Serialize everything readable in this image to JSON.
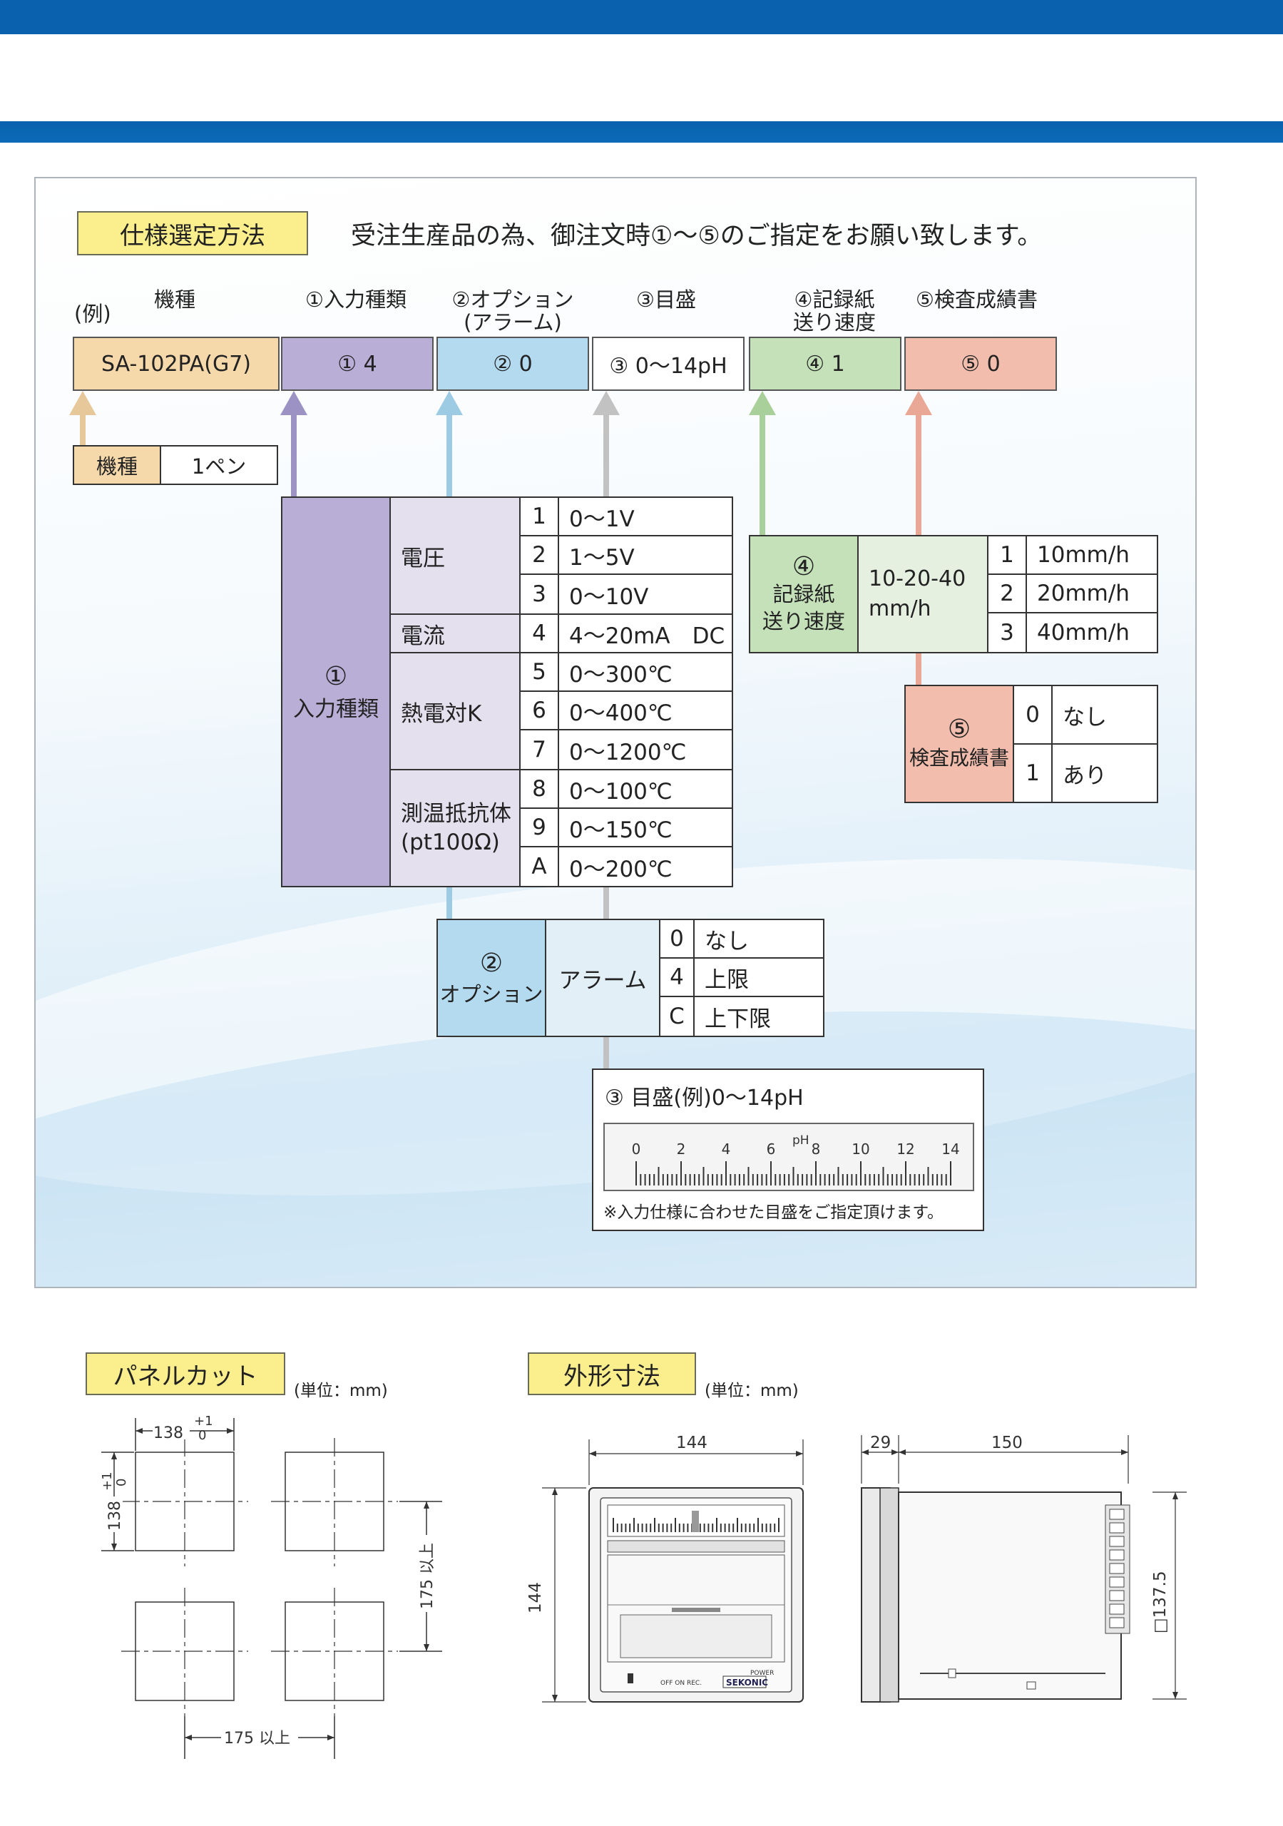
{
  "header": {
    "title_label": "仕様選定方法",
    "instruction": "受注生産品の為、御注文時①〜⑤のご指定をお願い致します。"
  },
  "columns": {
    "example": "(例)",
    "model": "機種",
    "input": "①入力種類",
    "option_l1": "②オプション",
    "option_l2": "(アラーム)",
    "scale": "③目盛",
    "paper_l1": "④記録紙",
    "paper_l2": "送り速度",
    "cert": "⑤検査成績書"
  },
  "selection": {
    "model": "SA-102PA(G7)",
    "input": "① 4",
    "option": "② 0",
    "scale": "③ 0〜14pH",
    "paper": "④ 1",
    "cert": "⑤ 0"
  },
  "model_table": {
    "label": "機種",
    "value": "1ペン"
  },
  "input_table": {
    "title_num": "①",
    "title": "入力種類",
    "groups": {
      "voltage": "電圧",
      "current": "電流",
      "thermocouple": "熱電対K",
      "rtd_l1": "測温抵抗体",
      "rtd_l2": "(pt100Ω)"
    },
    "rows": [
      {
        "code": "1",
        "range": "0〜1V"
      },
      {
        "code": "2",
        "range": "1〜5V"
      },
      {
        "code": "3",
        "range": "0〜10V"
      },
      {
        "code": "4",
        "range": "4〜20mA　DC"
      },
      {
        "code": "5",
        "range": "0〜300℃"
      },
      {
        "code": "6",
        "range": "0〜400℃"
      },
      {
        "code": "7",
        "range": "0〜1200℃"
      },
      {
        "code": "8",
        "range": "0〜100℃"
      },
      {
        "code": "9",
        "range": "0〜150℃"
      },
      {
        "code": "A",
        "range": "0〜200℃"
      }
    ]
  },
  "option_table": {
    "title_num": "②",
    "title": "オプション",
    "group": "アラーム",
    "rows": [
      {
        "code": "0",
        "label": "なし"
      },
      {
        "code": "4",
        "label": "上限"
      },
      {
        "code": "C",
        "label": "上下限"
      }
    ]
  },
  "paper_table": {
    "title_num": "④",
    "title_l1": "記録紙",
    "title_l2": "送り速度",
    "group_l1": "10-20-40",
    "group_l2": "mm/h",
    "rows": [
      {
        "code": "1",
        "label": "10mm/h"
      },
      {
        "code": "2",
        "label": "20mm/h"
      },
      {
        "code": "3",
        "label": "40mm/h"
      }
    ]
  },
  "cert_table": {
    "title_num": "⑤",
    "title": "検査成績書",
    "rows": [
      {
        "code": "0",
        "label": "なし"
      },
      {
        "code": "1",
        "label": "あり"
      }
    ]
  },
  "scale_box": {
    "title": "③ 目盛(例)0〜14pH",
    "unit": "pH",
    "ticks": [
      "0",
      "2",
      "4",
      "6",
      "8",
      "10",
      "12",
      "14"
    ],
    "note": "※入力仕様に合わせた目盛をご指定頂けます。"
  },
  "panel_cut": {
    "title": "パネルカット",
    "unit": "(単位：mm)",
    "dim_w": "138",
    "dim_h": "138",
    "tol_plus": "+1",
    "tol_zero": "0",
    "pitch_v": "175 以上",
    "pitch_h": "175 以上"
  },
  "dimensions": {
    "title": "外形寸法",
    "unit": "(単位：mm)",
    "front_w": "144",
    "front_h": "144",
    "side_bezel": "29",
    "side_depth": "150",
    "side_h": "□137.5",
    "brand": "SEKONIC",
    "switch_label": "OFF ON REC.",
    "power_label": "POWER"
  },
  "colors": {
    "brand_blue": "#0a62ae",
    "model": "#f6d9ab",
    "input": "#b8aed6",
    "option": "#b3daef",
    "scale": "#ffffff",
    "paper": "#c5e1b9",
    "cert": "#f2bdad",
    "yellow_label": "#fbee8d"
  }
}
